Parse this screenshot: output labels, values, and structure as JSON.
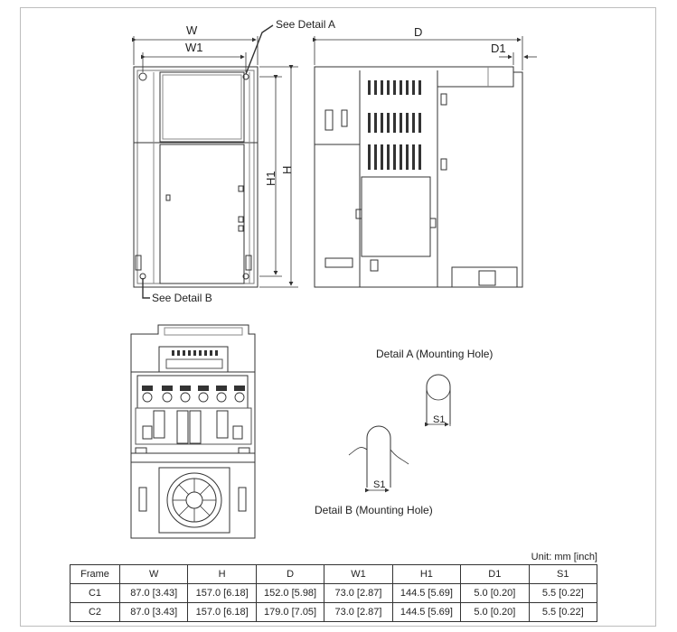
{
  "labels": {
    "W": "W",
    "W1": "W1",
    "H": "H",
    "H1": "H1",
    "D": "D",
    "D1": "D1",
    "see_a": "See Detail A",
    "see_b": "See Detail B",
    "detail_a": "Detail A (Mounting Hole)",
    "detail_b": "Detail B (Mounting Hole)",
    "s1_a": "S1",
    "s1_b": "S1"
  },
  "table": {
    "unit": "Unit: mm [inch]",
    "headers": [
      "Frame",
      "W",
      "H",
      "D",
      "W1",
      "H1",
      "D1",
      "S1"
    ],
    "rows": [
      [
        "C1",
        "87.0 [3.43]",
        "157.0 [6.18]",
        "152.0 [5.98]",
        "73.0 [2.87]",
        "144.5 [5.69]",
        "5.0 [0.20]",
        "5.5 [0.22]"
      ],
      [
        "C2",
        "87.0 [3.43]",
        "157.0 [6.18]",
        "179.0 [7.05]",
        "73.0 [2.87]",
        "144.5 [5.69]",
        "5.0 [0.20]",
        "5.5 [0.22]"
      ]
    ]
  }
}
